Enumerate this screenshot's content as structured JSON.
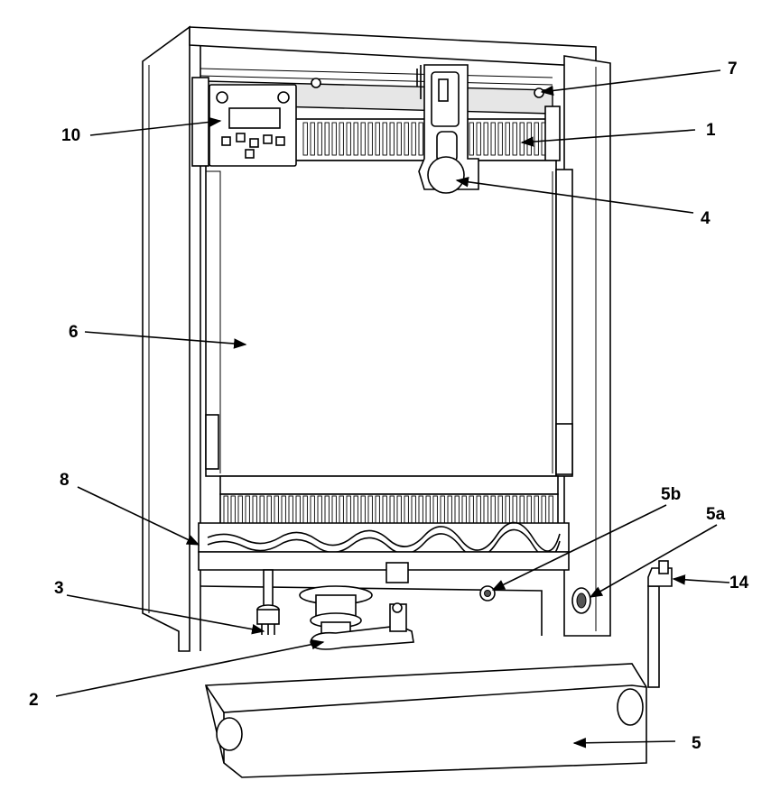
{
  "callouts": [
    {
      "id": "c10",
      "label": "10"
    },
    {
      "id": "c7",
      "label": "7"
    },
    {
      "id": "c1",
      "label": "1"
    },
    {
      "id": "c4",
      "label": "4"
    },
    {
      "id": "c6",
      "label": "6"
    },
    {
      "id": "c8",
      "label": "8"
    },
    {
      "id": "c5b",
      "label": "5b"
    },
    {
      "id": "c5a",
      "label": "5a"
    },
    {
      "id": "c3",
      "label": "3"
    },
    {
      "id": "c14",
      "label": "14"
    },
    {
      "id": "c2",
      "label": "2"
    },
    {
      "id": "c5",
      "label": "5"
    }
  ]
}
